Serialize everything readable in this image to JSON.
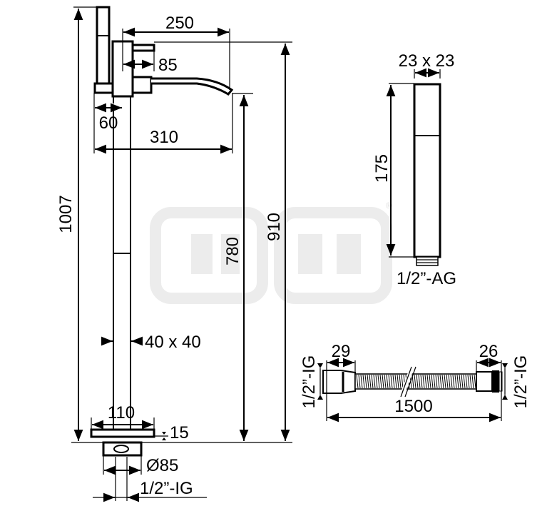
{
  "drawing": {
    "faucet": {
      "total_height": "1007",
      "spout_reach_from_body": "250",
      "lever_offset": "85",
      "holder_offset": "60",
      "total_reach": "310",
      "spout_height": "780",
      "body_height": "910",
      "pipe_section": "40 x 40",
      "base_width": "110",
      "base_thickness": "15",
      "flange_diameter": "Ø85",
      "connection": "1/2”-IG"
    },
    "hand_shower": {
      "section": "23 x 23",
      "length": "175",
      "connection": "1/2”-AG"
    },
    "hose": {
      "left_fitting": "29",
      "right_fitting": "26",
      "length": "1500",
      "left_connection": "1/2”-IG",
      "right_connection": "1/2”-IG"
    },
    "watermark": {
      "trademark": "®"
    }
  }
}
